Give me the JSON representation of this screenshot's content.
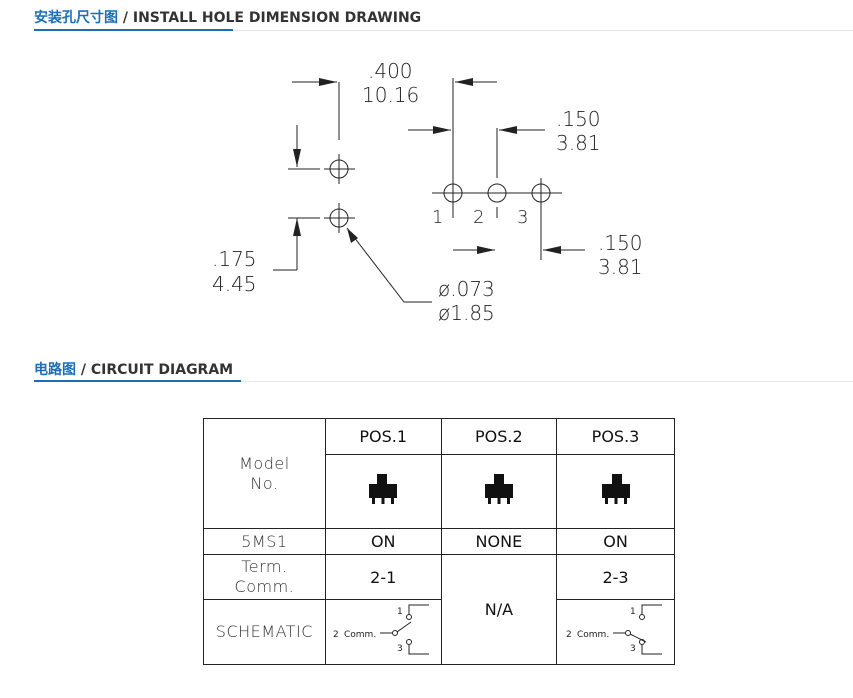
{
  "section1": {
    "title_cn": "安装孔尺寸图",
    "title_en": " / INSTALL HOLE DIMENSION DRAWING"
  },
  "section2": {
    "title_cn": "电路图",
    "title_en": " / CIRCUIT DIAGRAM"
  },
  "drawing": {
    "dim_top_in": ".400",
    "dim_top_mm": "10.16",
    "dim_right_in": ".150",
    "dim_right_mm": "3.81",
    "dim_lower_in": ".150",
    "dim_lower_mm": "3.81",
    "dim_left_in": ".175",
    "dim_left_mm": "4.45",
    "dim_hole_in": "ø.073",
    "dim_hole_mm": "ø1.85",
    "pin1": "1",
    "pin2": "2",
    "pin3": "3"
  },
  "table": {
    "model_label": "Model",
    "no_label": "No.",
    "pos1": "POS.1",
    "pos2": "POS.2",
    "pos3": "POS.3",
    "model_name": "5MS1",
    "state1": "ON",
    "state2": "NONE",
    "state3": "ON",
    "term_label": "Term.",
    "comm_label": "Comm.",
    "term1": "2-1",
    "term2": "N/A",
    "term3": "2-3",
    "schematic_label": "SCHEMATIC",
    "sch_pin1": "1",
    "sch_pin2": "2",
    "sch_comm": "Comm.",
    "sch_pin3": "3"
  }
}
